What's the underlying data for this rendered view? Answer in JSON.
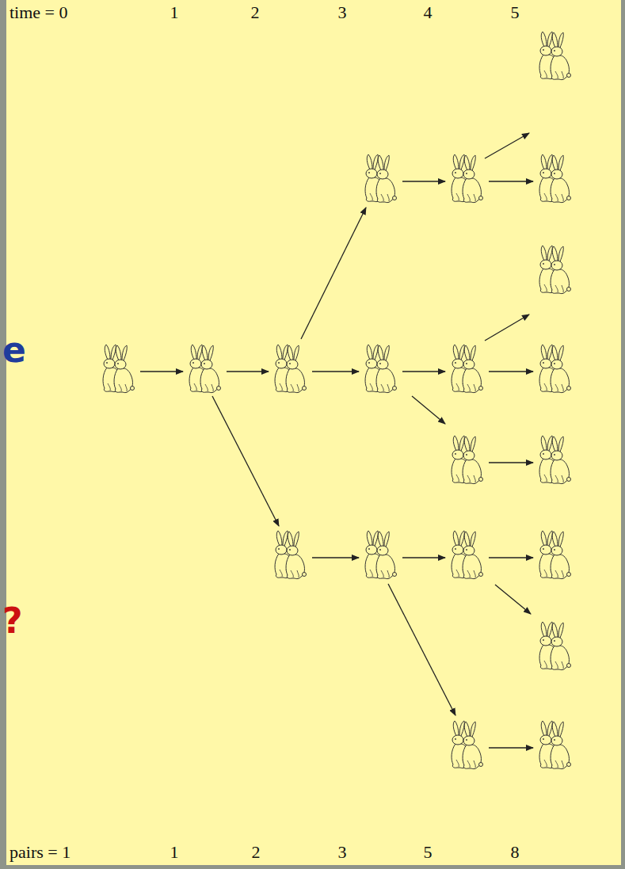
{
  "diagram": {
    "labels": [
      "time = 0",
      "1",
      "2",
      "3",
      "4",
      "5",
      "pairs = 1",
      "1",
      "2",
      "3",
      "5",
      "8",
      "e",
      "?"
    ]
  }
}
